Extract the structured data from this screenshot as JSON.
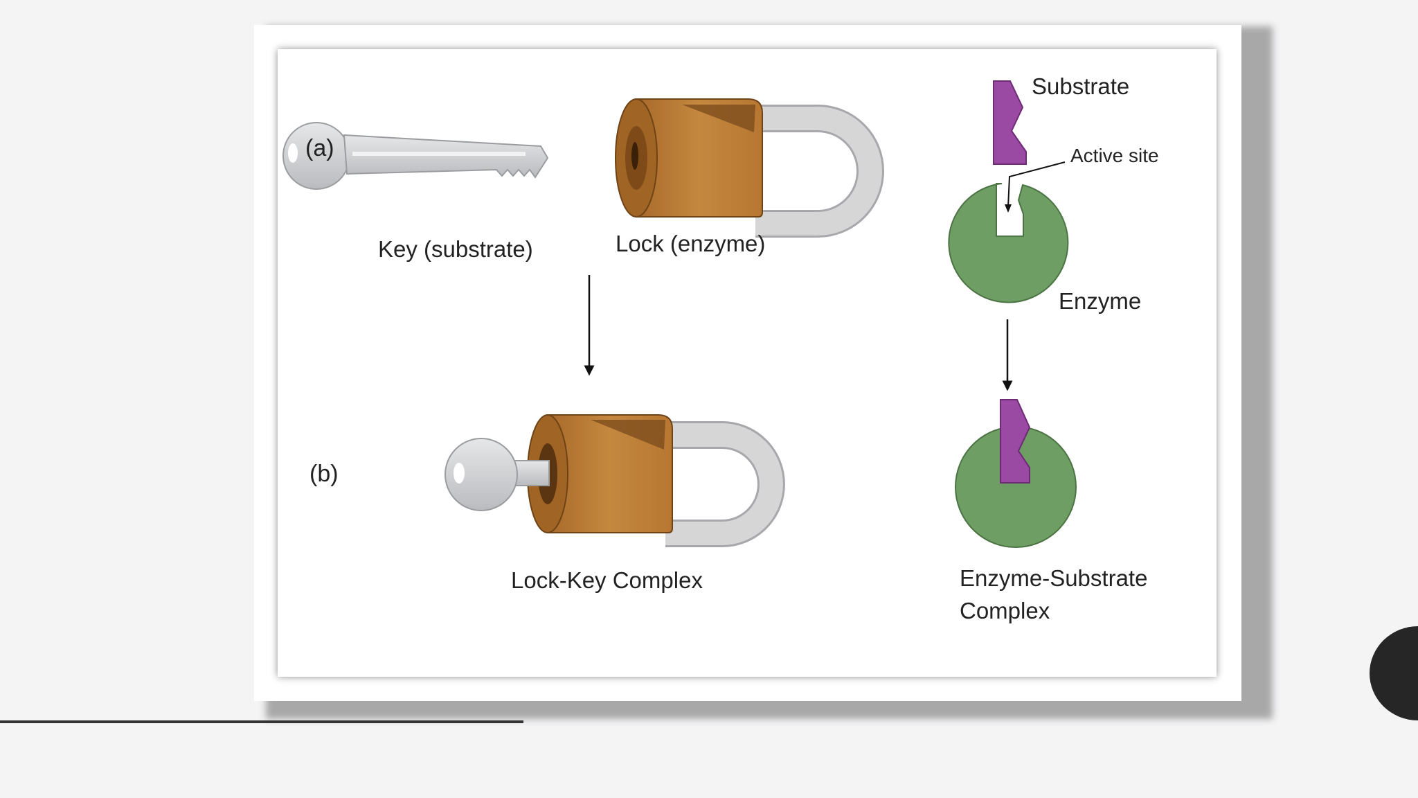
{
  "figure": {
    "label_a": "(a)",
    "label_b": "(b)",
    "key_label": "Key (substrate)",
    "lock_label": "Lock (enzyme)",
    "lock_key_complex_label": "Lock-Key Complex",
    "substrate_label": "Substrate",
    "active_site_label": "Active site",
    "enzyme_label": "Enzyme",
    "enzyme_substrate_complex_line1": "Enzyme-Substrate",
    "enzyme_substrate_complex_line2": "Complex"
  },
  "colors": {
    "substrate": "#9b4aa3",
    "enzyme": "#6e9e64",
    "lock_body": "#bf8039",
    "key": "#d3d4d6",
    "shackle": "#d6d6d6"
  },
  "icons": [
    "key-icon",
    "padlock-icon",
    "lock-with-key-icon",
    "substrate-shape-icon",
    "enzyme-shape-icon",
    "down-arrow-icon"
  ]
}
